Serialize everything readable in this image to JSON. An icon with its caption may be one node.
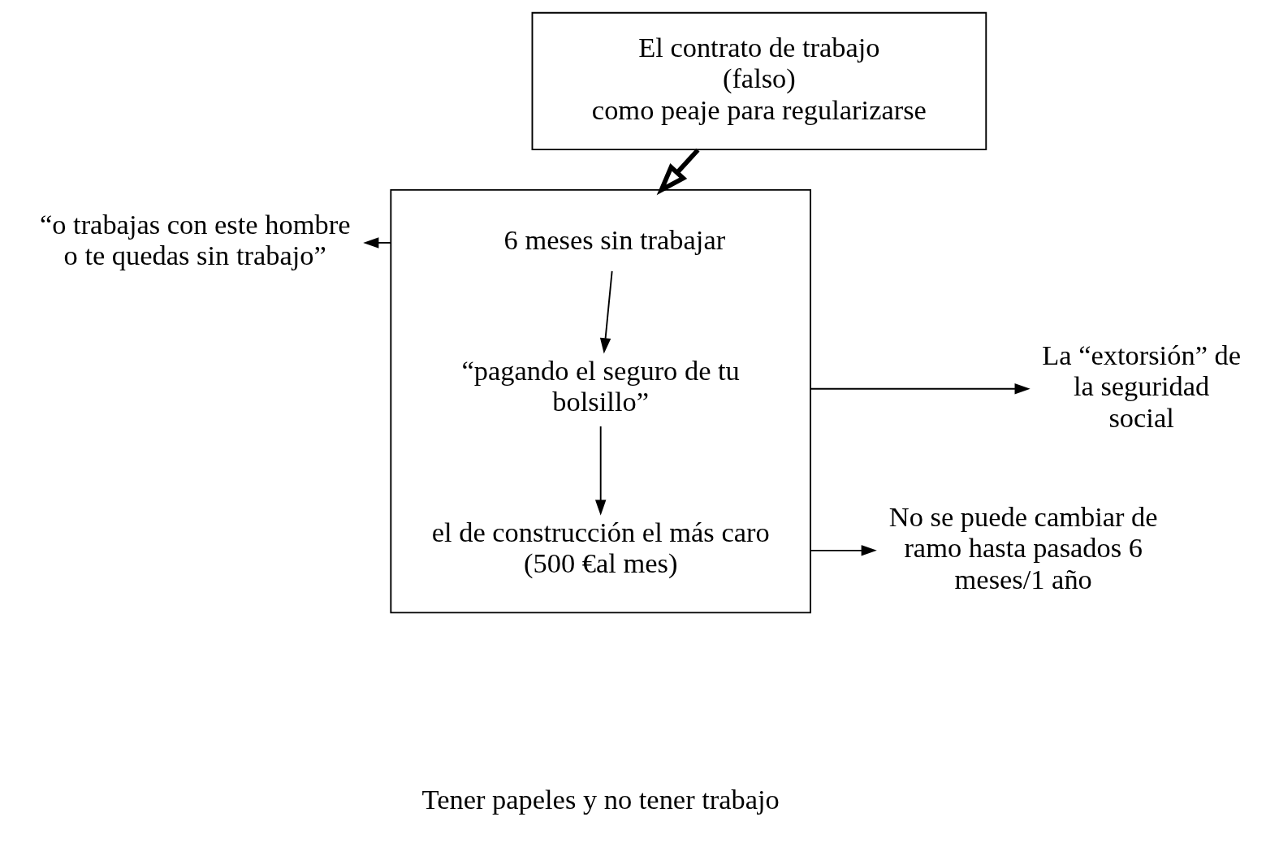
{
  "diagram": {
    "nodes": [
      {
        "text": [
          "El contrato de trabajo",
          "(falso)",
          "como peaje para regularizarse"
        ]
      },
      {
        "text": [],
        "shape": "box"
      },
      {
        "text": [
          "6 meses sin trabajar"
        ],
        "in": 1
      },
      {
        "text": [
          "“pagando el seguro de tu bolsillo”"
        ],
        "in": 1
      },
      {
        "text": [
          "el de construcción el más caro (500 €al mes)"
        ],
        "in": 1
      },
      {
        "text": [
          "“o trabajas con este hombre o te quedas sin trabajo”"
        ]
      },
      {
        "text": [
          "La “extorsión” de la seguridad social"
        ]
      },
      {
        "text": [
          "No se puede cambiar de ramo hasta pasados 6 meses/1 año"
        ]
      },
      {
        "text": [
          "Tener papeles y no tener trabajo"
        ]
      }
    ],
    "edges": [
      {
        "from": 0,
        "to": 1,
        "arrow": "to",
        "style": "thick"
      },
      {
        "from": 2,
        "to": 3,
        "arrow": "to"
      },
      {
        "from": 3,
        "to": 4,
        "arrow": "to"
      },
      {
        "from": 1,
        "to": 5,
        "arrow": "to"
      },
      {
        "from": 1,
        "to": 6,
        "arrow": "to"
      },
      {
        "from": 1,
        "to": 7,
        "arrow": "to"
      }
    ]
  }
}
